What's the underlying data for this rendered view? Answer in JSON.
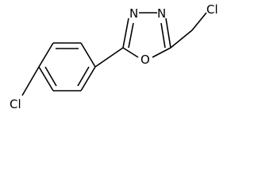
{
  "molecule": {
    "atoms": {
      "n_left": "N",
      "n_right": "N",
      "ring_oxygen": "O",
      "chloromethyl_cl": "Cl",
      "aryl_cl": "Cl"
    }
  }
}
